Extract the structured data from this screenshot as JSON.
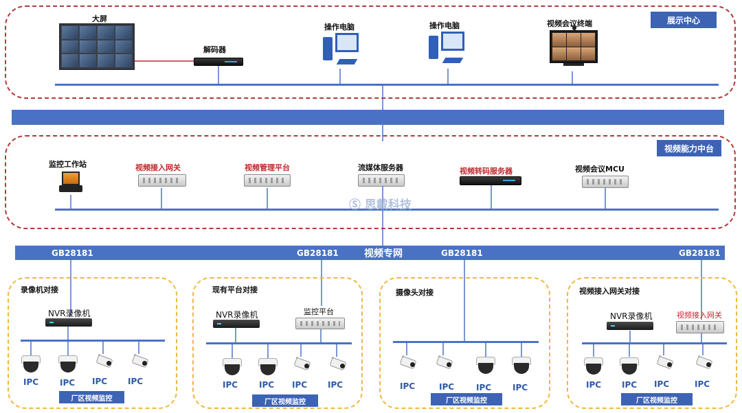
{
  "zones": {
    "display": "展示中心",
    "capability": "视频能力中台",
    "network": "视频专网"
  },
  "display_devices": {
    "big_screen": "大屏",
    "decoder": "解码器",
    "op_pc_1": "操作电脑",
    "op_pc_2": "操作电脑",
    "vc_terminal": "视频会议终端"
  },
  "capability_devices": {
    "workstation": "监控工作站",
    "access_gateway": "视频接入网关",
    "mgmt_platform": "视频管理平台",
    "media_server": "流媒体服务器",
    "transcode_server": "视频转码服务器",
    "mcu": "视频会议MCU"
  },
  "watermark": "思戴科技",
  "protocol_labels": [
    "GB28181",
    "GB28181",
    "GB28181",
    "GB28181"
  ],
  "groups": [
    {
      "title": "录像机对接",
      "nvr": "NVR录像机",
      "ipc": [
        "IPC",
        "IPC",
        "IPC",
        "IPC"
      ],
      "footer": "厂区视频监控"
    },
    {
      "title": "现有平台对接",
      "nvr": "NVR录像机",
      "platform": "监控平台",
      "ipc": [
        "IPC",
        "IPC",
        "IPC",
        "IPC"
      ],
      "footer": "厂区视频监控"
    },
    {
      "title": "摄像头对接",
      "ipc": [
        "IPC",
        "IPC",
        "IPC",
        "IPC"
      ],
      "footer": "厂区视频监控"
    },
    {
      "title": "视频接入网关对接",
      "nvr": "NVR录像机",
      "gateway": "视频接入网关",
      "ipc": [
        "IPC",
        "IPC",
        "IPC",
        "IPC"
      ],
      "footer": "厂区视频监控"
    }
  ],
  "colors": {
    "accent_blue": "#4a72c4",
    "label_red": "#c0282d",
    "zone_red": "#b03a3a",
    "zone_yellow": "#f0b840"
  }
}
